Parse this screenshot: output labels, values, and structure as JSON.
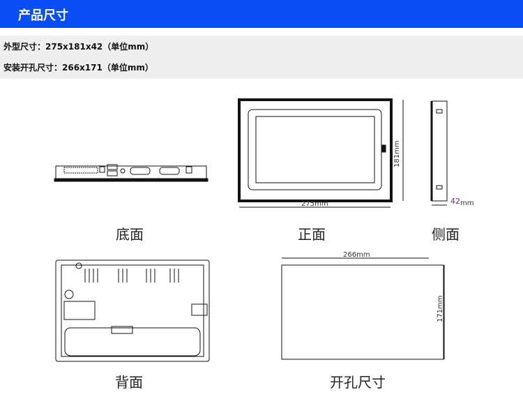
{
  "header": {
    "title": "产品尺寸"
  },
  "specs": {
    "outer": "外型尺寸：275x181x42（单位mm）",
    "cutout": "安装开孔尺寸：266x171（单位mm）"
  },
  "captions": {
    "bottom": "底面",
    "front": "正面",
    "side": "侧面",
    "back": "背面",
    "cutout": "开孔尺寸"
  },
  "dims": {
    "front_w": "275mm",
    "front_h": "181mm",
    "side_d": "42",
    "side_unit": "mm",
    "cut_w": "266mm",
    "cut_h": "171mm"
  },
  "colors": {
    "header": "#0a4ef5",
    "band": "#efefef",
    "depth_label": "#6a2fa0"
  }
}
